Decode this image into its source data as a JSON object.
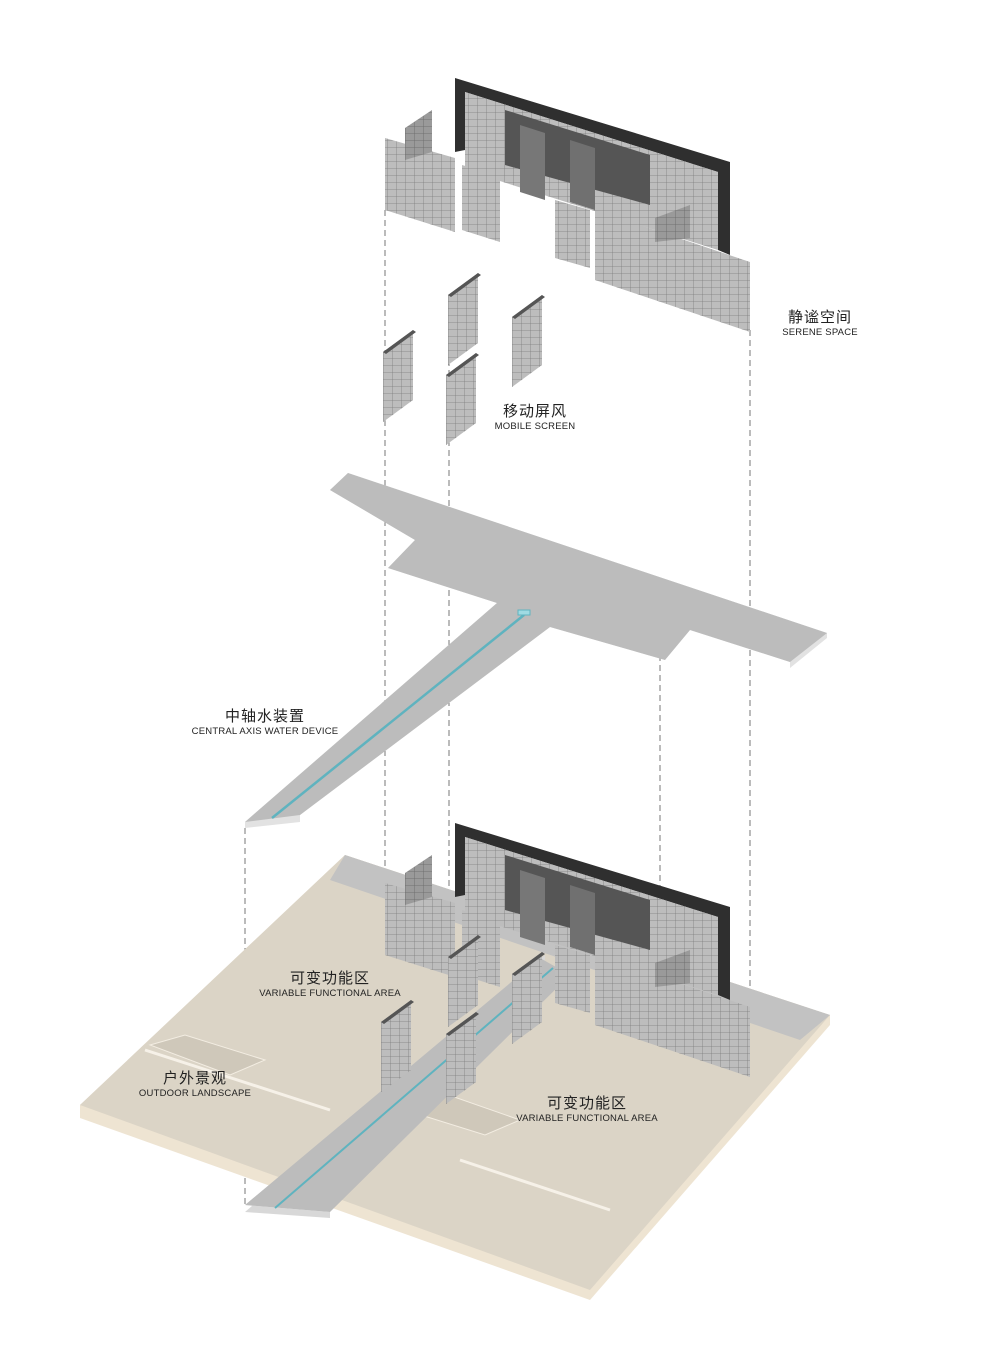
{
  "labels": {
    "serene": {
      "cn": "静谧空间",
      "en": "SERENE SPACE"
    },
    "mobile": {
      "cn": "移动屏风",
      "en": "MOBILE SCREEN"
    },
    "axis": {
      "cn": "中轴水装置",
      "en": "CENTRAL AXIS WATER DEVICE"
    },
    "variable_left": {
      "cn": "可变功能区",
      "en": "VARIABLE FUNCTIONAL AREA"
    },
    "variable_right": {
      "cn": "可变功能区",
      "en": "VARIABLE FUNCTIONAL AREA"
    },
    "outdoor": {
      "cn": "户外景观",
      "en": "OUTDOOR LANDSCAPE"
    }
  },
  "colors": {
    "panel": "#b9b9b9",
    "dark_wall": "#3a3a3a",
    "floor": "#bdbdbd",
    "base": "#ddd6c8",
    "water": "#7cc6cf"
  }
}
